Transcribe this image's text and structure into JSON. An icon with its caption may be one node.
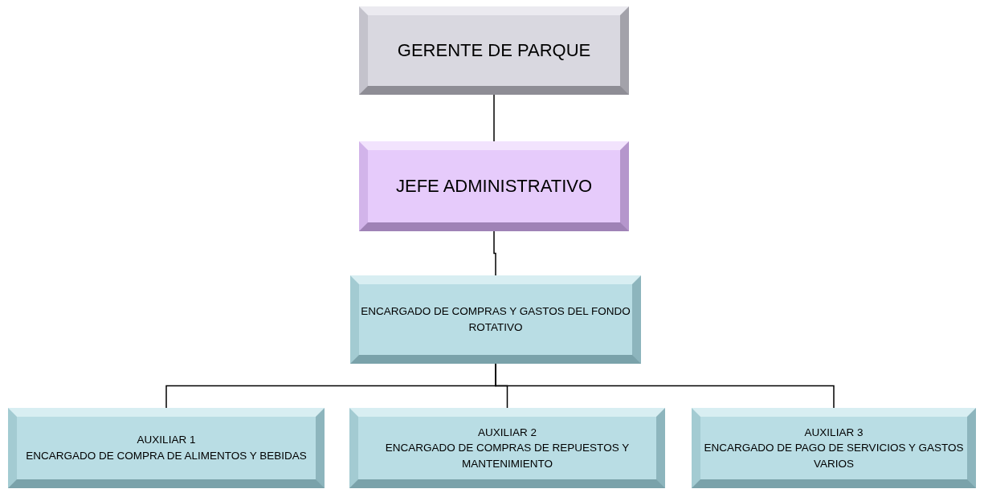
{
  "diagram": {
    "nodes": [
      {
        "text": [
          "GERENTE DE PARQUE"
        ]
      },
      {
        "text": [
          "JEFE ADMINISTRATIVO"
        ]
      },
      {
        "text": [
          "ENCARGADO DE COMPRAS Y GASTOS DEL FONDO ROTATIVO"
        ]
      },
      {
        "text": [
          "AUXILIAR 1",
          "ENCARGADO DE COMPRA DE ALIMENTOS Y BEBIDAS"
        ]
      },
      {
        "text": [
          "AUXILIAR 2",
          "ENCARGADO DE COMPRAS DE REPUESTOS Y MANTENIMIENTO"
        ]
      },
      {
        "text": [
          "AUXILIAR 3",
          "ENCARGADO DE PAGO DE SERVICIOS Y GASTOS VARIOS"
        ]
      }
    ],
    "edges": [
      {
        "from": 0,
        "to": 1,
        "arrow": "none"
      },
      {
        "from": 1,
        "to": 2,
        "arrow": "none"
      },
      {
        "from": 2,
        "to": 3,
        "arrow": "none"
      },
      {
        "from": 2,
        "to": 4,
        "arrow": "none"
      },
      {
        "from": 2,
        "to": 5,
        "arrow": "none"
      }
    ]
  }
}
